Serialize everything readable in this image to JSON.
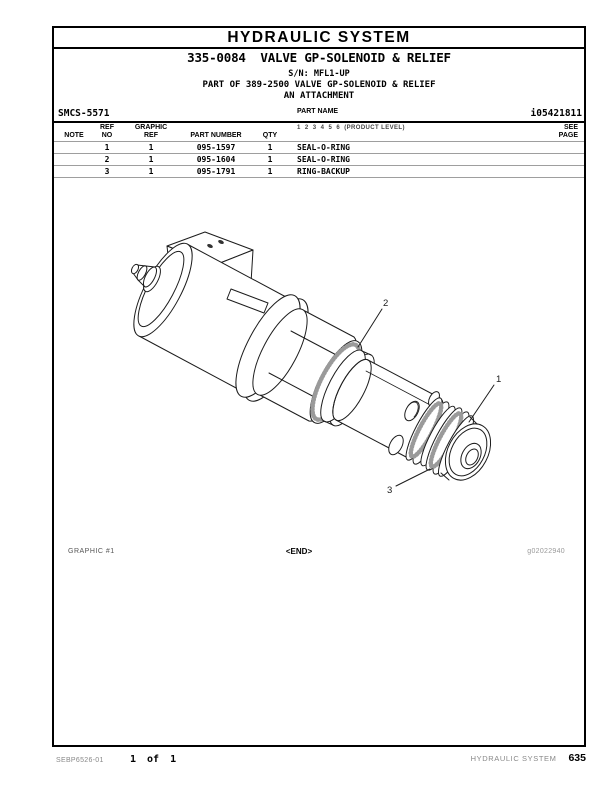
{
  "colors": {
    "line": "#1c1c1c",
    "rule_gray": "#9e9e9e",
    "muted_text": "#888888"
  },
  "header": {
    "system_title": "HYDRAULIC SYSTEM"
  },
  "title_block": {
    "part_title": "335-0084  VALVE GP-SOLENOID & RELIEF",
    "serial_line": "S/N: MFL1-UP",
    "part_of_line": "PART OF 389-2500 VALVE GP-SOLENOID & RELIEF",
    "attachment_line": "AN ATTACHMENT"
  },
  "meta": {
    "smcs_code": "SMCS-5571",
    "doc_id": "i05421811"
  },
  "table": {
    "headers": {
      "note": "NOTE",
      "ref_no": "REF\nNO",
      "graphic_ref": "GRAPHIC\nREF",
      "part_number": "PART NUMBER",
      "qty": "QTY",
      "part_name": "PART NAME",
      "product_level": "1  2  3  4  5  6  (PRODUCT LEVEL)",
      "see_page": "SEE\nPAGE"
    },
    "rows": [
      {
        "note": "",
        "ref_no": "1",
        "graphic_ref": "1",
        "part_number": "095-1597",
        "qty": "1",
        "part_name": "SEAL-O-RING",
        "see_page": ""
      },
      {
        "note": "",
        "ref_no": "2",
        "graphic_ref": "1",
        "part_number": "095-1604",
        "qty": "1",
        "part_name": "SEAL-O-RING",
        "see_page": ""
      },
      {
        "note": "",
        "ref_no": "3",
        "graphic_ref": "1",
        "part_number": "095-1791",
        "qty": "1",
        "part_name": "RING-BACKUP",
        "see_page": ""
      }
    ]
  },
  "graphic": {
    "caption_left": "GRAPHIC #1",
    "end_marker": "<END>",
    "graphic_id": "g02022940",
    "callouts": {
      "c1": "1",
      "c2": "2",
      "c3": "3"
    }
  },
  "footer": {
    "doc_code": "SEBP6526-01",
    "page_of": "1 of 1",
    "section": "HYDRAULIC SYSTEM",
    "page_number": "635"
  }
}
